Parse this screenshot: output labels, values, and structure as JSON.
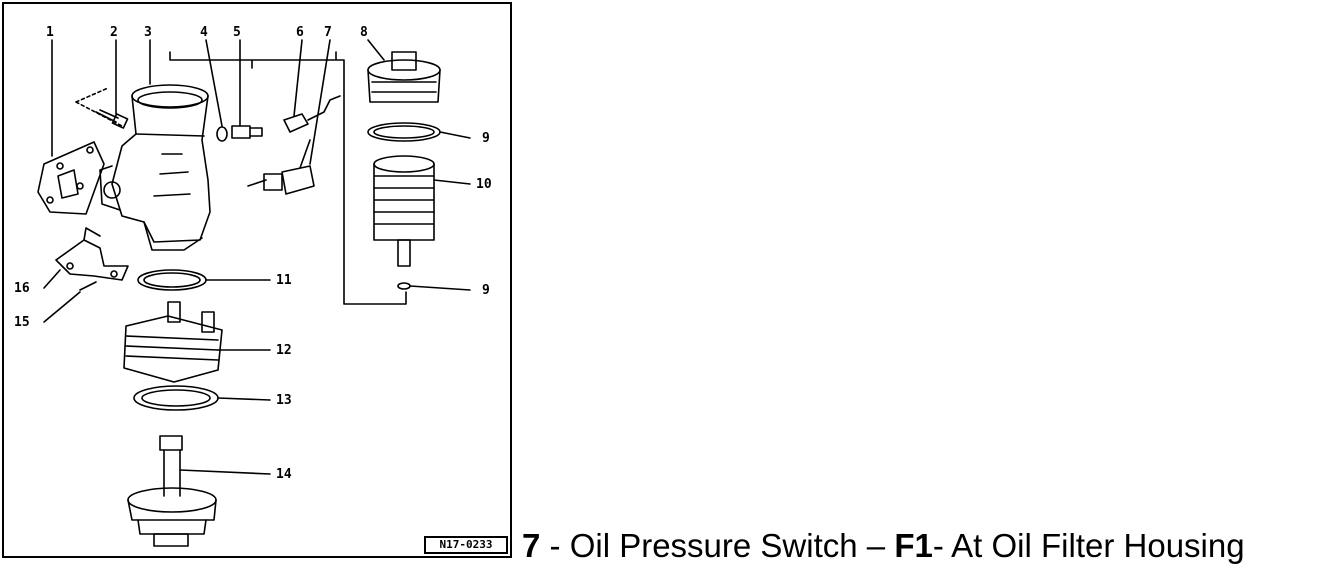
{
  "diagram": {
    "callouts": [
      "1",
      "2",
      "3",
      "4",
      "5",
      "6",
      "7",
      "8",
      "9",
      "10",
      "9",
      "11",
      "12",
      "13",
      "14",
      "15",
      "16"
    ],
    "reference_code": "N17-0233"
  },
  "caption": {
    "part_number": "7",
    "sep1": " - ",
    "part_name": "Oil Pressure Switch",
    "dash": " – ",
    "code": "F1",
    "location": "- At Oil Filter Housing"
  }
}
